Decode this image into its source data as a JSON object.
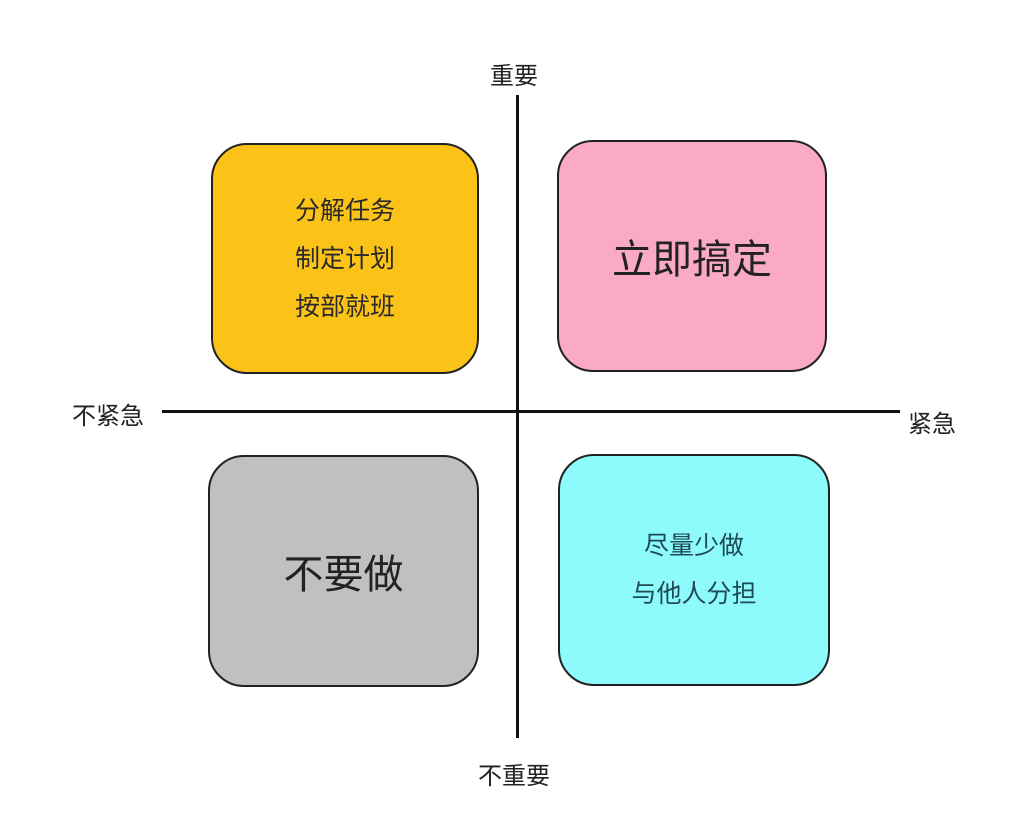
{
  "axes": {
    "top": "重要",
    "bottom": "不重要",
    "left": "不紧急",
    "right": "紧急"
  },
  "quadrants": {
    "important_not_urgent": {
      "color": "#fbc318",
      "lines": [
        "分解任务",
        "制定计划",
        "按部就班"
      ]
    },
    "important_urgent": {
      "color": "#fbaac4",
      "text": "立即搞定"
    },
    "not_important_not_urgent": {
      "color": "#c0c0c0",
      "text": "不要做"
    },
    "not_important_urgent": {
      "color": "#8dfbfb",
      "lines": [
        "尽量少做",
        "与他人分担"
      ]
    }
  }
}
